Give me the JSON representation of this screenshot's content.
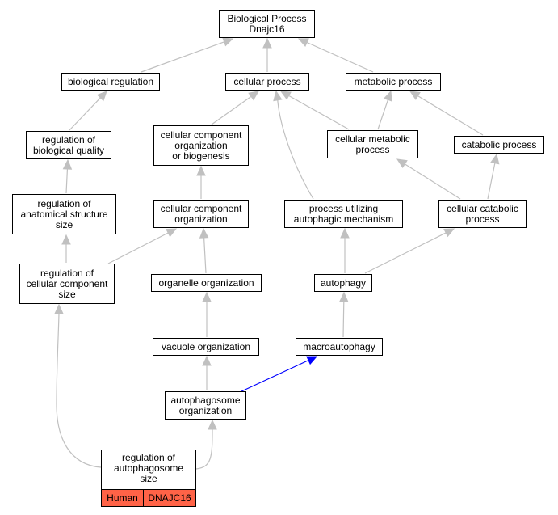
{
  "colors": {
    "edge": "#c0c0c0",
    "highlight_edge": "#0000ff",
    "node_border": "#000000",
    "node_fill": "#ffffff",
    "tag_fill": "#ff6347"
  },
  "nodes": {
    "root": "Biological Process\nDnajc16",
    "biological_regulation": "biological regulation",
    "cellular_process": "cellular process",
    "metabolic_process": "metabolic process",
    "regulation_of_biological_quality": "regulation of\nbiological quality",
    "cellular_component_organization_or_biogenesis": "cellular component\norganization\nor biogenesis",
    "cellular_metabolic_process": "cellular metabolic\nprocess",
    "catabolic_process": "catabolic process",
    "regulation_of_anatomical_structure_size": "regulation of\nanatomical structure\nsize",
    "cellular_component_organization": "cellular component\norganization",
    "process_utilizing_autophagic_mechanism": "process utilizing\nautophagic mechanism",
    "cellular_catabolic_process": "cellular catabolic\nprocess",
    "regulation_of_cellular_component_size": "regulation of\ncellular component\nsize",
    "organelle_organization": "organelle organization",
    "autophagy": "autophagy",
    "vacuole_organization": "vacuole organization",
    "macroautophagy": "macroautophagy",
    "autophagosome_organization": "autophagosome\norganization",
    "regulation_of_autophagosome_size": "regulation of\nautophagosome\nsize"
  },
  "annotation": {
    "species": "Human",
    "gene": "DNAJC16"
  }
}
